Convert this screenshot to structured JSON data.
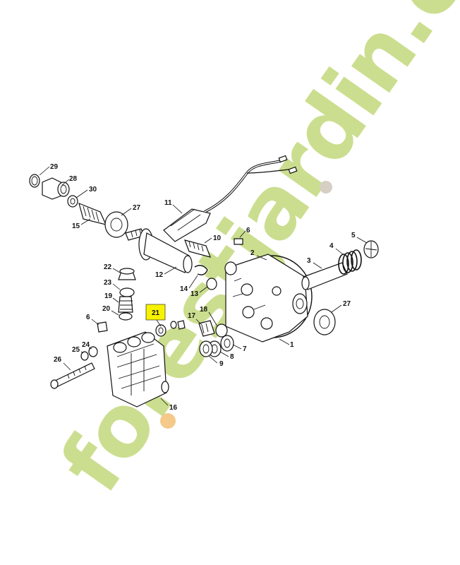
{
  "watermark": {
    "text": "forestjardin.com",
    "green": "#c9dd8a",
    "orange": "#f4c98a",
    "grey": "#d6d0c4"
  },
  "highlight": {
    "label": "21",
    "color": "#f7f200"
  },
  "callouts": [
    {
      "id": "29",
      "label": "29"
    },
    {
      "id": "28",
      "label": "28"
    },
    {
      "id": "30",
      "label": "30"
    },
    {
      "id": "27a",
      "label": "27"
    },
    {
      "id": "15",
      "label": "15"
    },
    {
      "id": "11",
      "label": "11"
    },
    {
      "id": "10",
      "label": "10"
    },
    {
      "id": "6a",
      "label": "6"
    },
    {
      "id": "5",
      "label": "5"
    },
    {
      "id": "4",
      "label": "4"
    },
    {
      "id": "3",
      "label": "3"
    },
    {
      "id": "2",
      "label": "2"
    },
    {
      "id": "12",
      "label": "12"
    },
    {
      "id": "14",
      "label": "14"
    },
    {
      "id": "13",
      "label": "13"
    },
    {
      "id": "22",
      "label": "22"
    },
    {
      "id": "23",
      "label": "23"
    },
    {
      "id": "19",
      "label": "19"
    },
    {
      "id": "20",
      "label": "20"
    },
    {
      "id": "18",
      "label": "18"
    },
    {
      "id": "17",
      "label": "17"
    },
    {
      "id": "27b",
      "label": "27"
    },
    {
      "id": "1",
      "label": "1"
    },
    {
      "id": "6b",
      "label": "6"
    },
    {
      "id": "7",
      "label": "7"
    },
    {
      "id": "8",
      "label": "8"
    },
    {
      "id": "9",
      "label": "9"
    },
    {
      "id": "24",
      "label": "24"
    },
    {
      "id": "25",
      "label": "25"
    },
    {
      "id": "26",
      "label": "26"
    },
    {
      "id": "16",
      "label": "16"
    }
  ]
}
